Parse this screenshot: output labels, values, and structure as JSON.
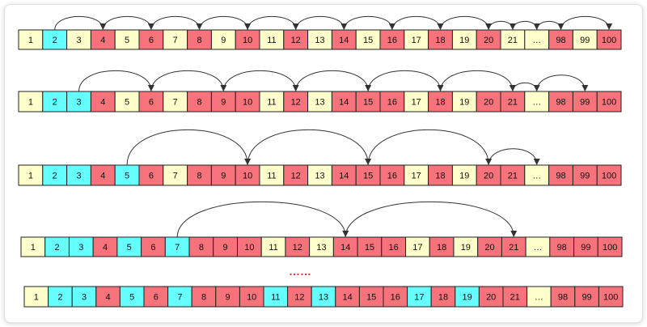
{
  "colors": {
    "unmarked": "#ffffcc",
    "prime": "#66ffff",
    "composite": "#f7737b",
    "cell_border": "#222222",
    "arrow": "#333333",
    "ellipsis_dots": "#e03030"
  },
  "cells": [
    "1",
    "2",
    "3",
    "4",
    "5",
    "6",
    "7",
    "8",
    "9",
    "10",
    "11",
    "12",
    "13",
    "14",
    "15",
    "16",
    "17",
    "18",
    "19",
    "20",
    "21",
    "…",
    "98",
    "99",
    "100"
  ],
  "separator_text": "……",
  "rows": [
    {
      "states": [
        "u",
        "p",
        "u",
        "c",
        "u",
        "c",
        "u",
        "c",
        "u",
        "c",
        "u",
        "c",
        "u",
        "c",
        "u",
        "c",
        "u",
        "c",
        "u",
        "c",
        "u",
        "u",
        "c",
        "u",
        "c"
      ],
      "arrows": [
        [
          2,
          4
        ],
        [
          4,
          6
        ],
        [
          6,
          8
        ],
        [
          8,
          10
        ],
        [
          10,
          12
        ],
        [
          12,
          14
        ],
        [
          14,
          16
        ],
        [
          16,
          18
        ],
        [
          18,
          20
        ],
        [
          20,
          21
        ],
        [
          21,
          "…"
        ],
        [
          "…",
          98
        ],
        [
          98,
          100
        ]
      ]
    },
    {
      "states": [
        "u",
        "p",
        "p",
        "c",
        "u",
        "c",
        "u",
        "c",
        "c",
        "c",
        "u",
        "c",
        "u",
        "c",
        "c",
        "c",
        "u",
        "c",
        "u",
        "c",
        "c",
        "u",
        "c",
        "c",
        "c"
      ],
      "arrows": [
        [
          3,
          6
        ],
        [
          6,
          9
        ],
        [
          9,
          12
        ],
        [
          12,
          15
        ],
        [
          15,
          18
        ],
        [
          18,
          21
        ],
        [
          21,
          "…"
        ],
        [
          "…",
          99
        ]
      ]
    },
    {
      "states": [
        "u",
        "p",
        "p",
        "c",
        "p",
        "c",
        "u",
        "c",
        "c",
        "c",
        "u",
        "c",
        "u",
        "c",
        "c",
        "c",
        "u",
        "c",
        "u",
        "c",
        "c",
        "u",
        "c",
        "c",
        "c"
      ],
      "arrows": [
        [
          5,
          10
        ],
        [
          10,
          15
        ],
        [
          15,
          20
        ],
        [
          20,
          "…"
        ]
      ]
    },
    {
      "states": [
        "u",
        "p",
        "p",
        "c",
        "p",
        "c",
        "p",
        "c",
        "c",
        "c",
        "u",
        "c",
        "u",
        "c",
        "c",
        "c",
        "u",
        "c",
        "u",
        "c",
        "c",
        "u",
        "c",
        "c",
        "c"
      ],
      "arrows": [
        [
          7,
          14
        ],
        [
          14,
          21
        ]
      ]
    },
    {
      "states": [
        "u",
        "p",
        "p",
        "c",
        "p",
        "c",
        "p",
        "c",
        "c",
        "c",
        "p",
        "c",
        "p",
        "c",
        "c",
        "c",
        "p",
        "c",
        "p",
        "c",
        "c",
        "u",
        "c",
        "c",
        "c"
      ],
      "arrows": []
    }
  ]
}
